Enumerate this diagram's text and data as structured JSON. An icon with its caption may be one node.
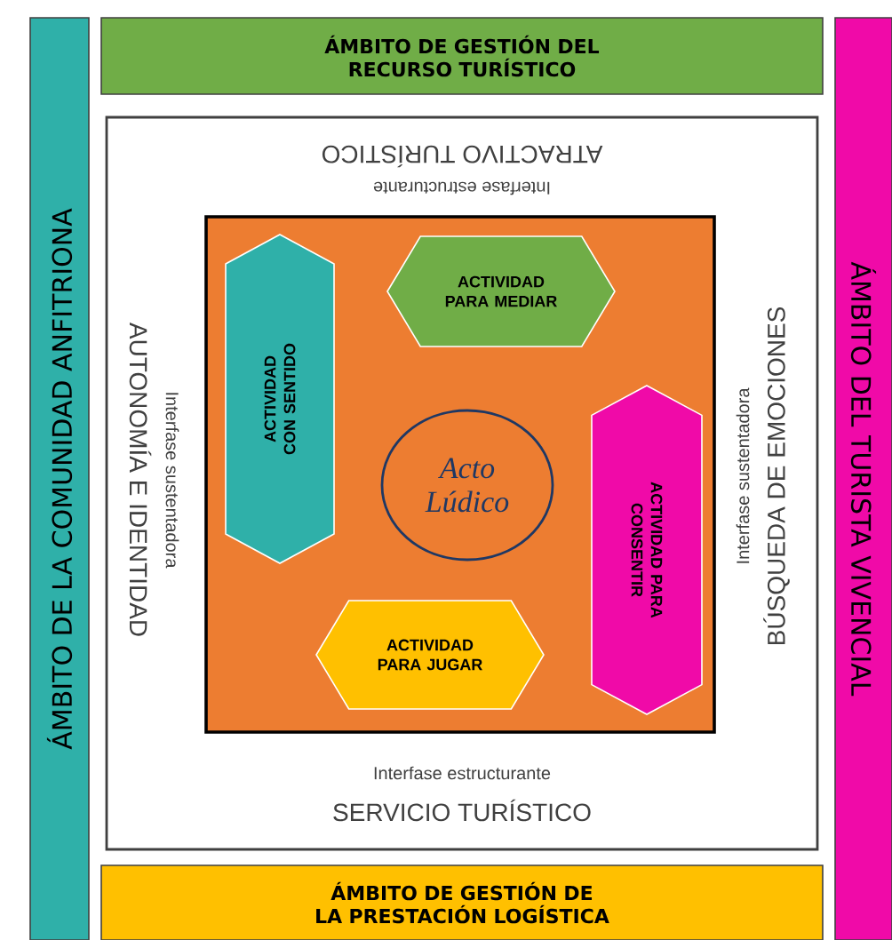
{
  "diagram": {
    "nodes": [
      {
        "text": [
          "ÁMBITO DE GESTIÓN DEL RECURSO TURÍSTICO"
        ]
      },
      {
        "text": [
          "ÁMBITO DE LA COMUNIDAD ANFITRIONA"
        ]
      },
      {
        "text": [
          "ÁMBITO DEL TURISTA VIVENCIAL"
        ]
      },
      {
        "text": [
          "Interfase estructurante",
          "ATRACTIVO TURÍSTICO",
          "Interfase sustentadora",
          "AUTONOMÍA E IDENTIDAD",
          "Interfase sustentadora",
          "BÚSQUEDA DE EMOCIONES",
          "Interfase estructurante",
          "SERVICIO TURÍSTICO"
        ]
      },
      {
        "text": [],
        "shape": "box",
        "in": 3
      },
      {
        "text": [
          "ACTIVIDAD CON SENTIDO"
        ],
        "in": 4
      },
      {
        "text": [
          "ACTIVIDAD PARA MEDIAR"
        ],
        "in": 4
      },
      {
        "text": [
          "Acto Lúdico"
        ],
        "in": 4
      },
      {
        "text": [
          "ACTIVIDAD PARA CONSENTIR"
        ],
        "in": 4
      },
      {
        "text": [
          "ACTIVIDAD PARA JUGAR"
        ],
        "in": 4
      },
      {
        "text": [
          "ÁMBITO DE GESTIÓN DE LA PRESTACIÓN LOGÍSTICA"
        ]
      }
    ]
  }
}
